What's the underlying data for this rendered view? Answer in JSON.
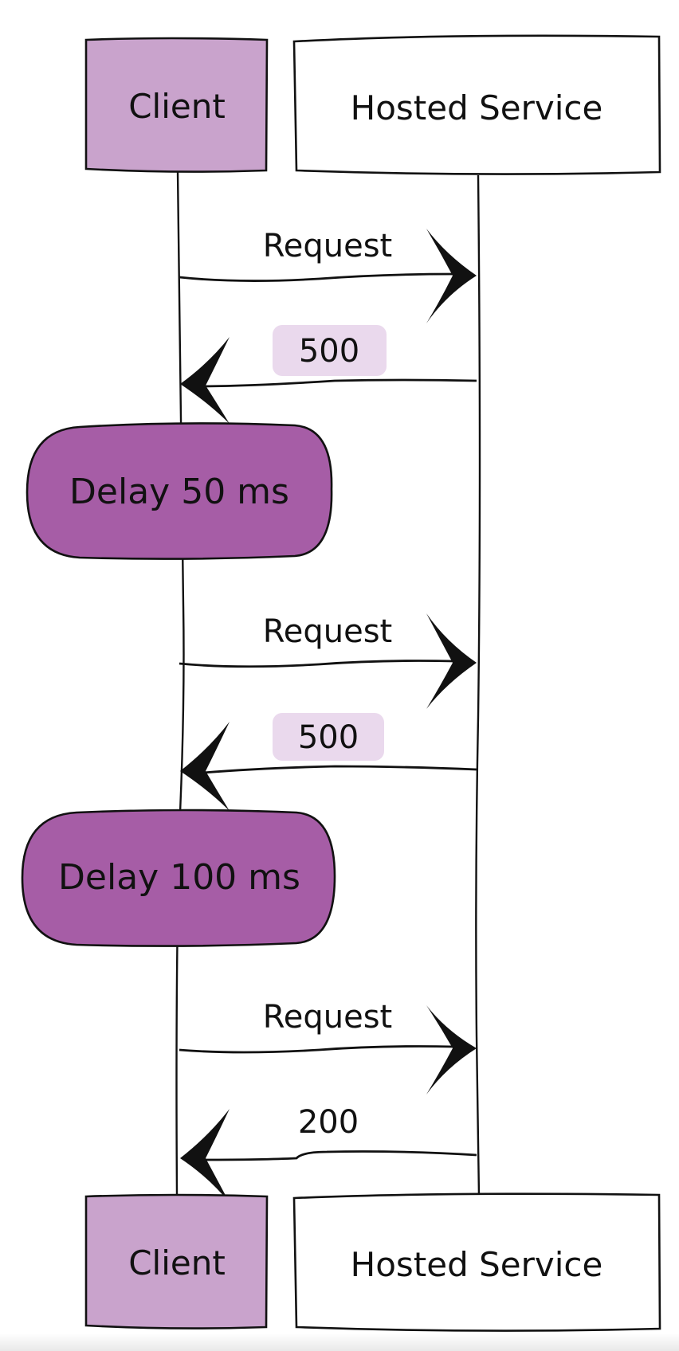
{
  "actors": {
    "client": "Client",
    "service": "Hosted Service"
  },
  "messages": [
    {
      "label": "Request"
    },
    {
      "label": "500"
    },
    {
      "label": "Request"
    },
    {
      "label": "500"
    },
    {
      "label": "Request"
    },
    {
      "label": "200"
    }
  ],
  "delays": [
    {
      "label": "Delay 50 ms"
    },
    {
      "label": "Delay 100 ms"
    }
  ],
  "colors": {
    "client_fill": "#c9a3cc",
    "delay_fill": "#a65da6",
    "error_badge": "#ead9ed",
    "stroke": "#111111",
    "service_fill": "#ffffff"
  }
}
